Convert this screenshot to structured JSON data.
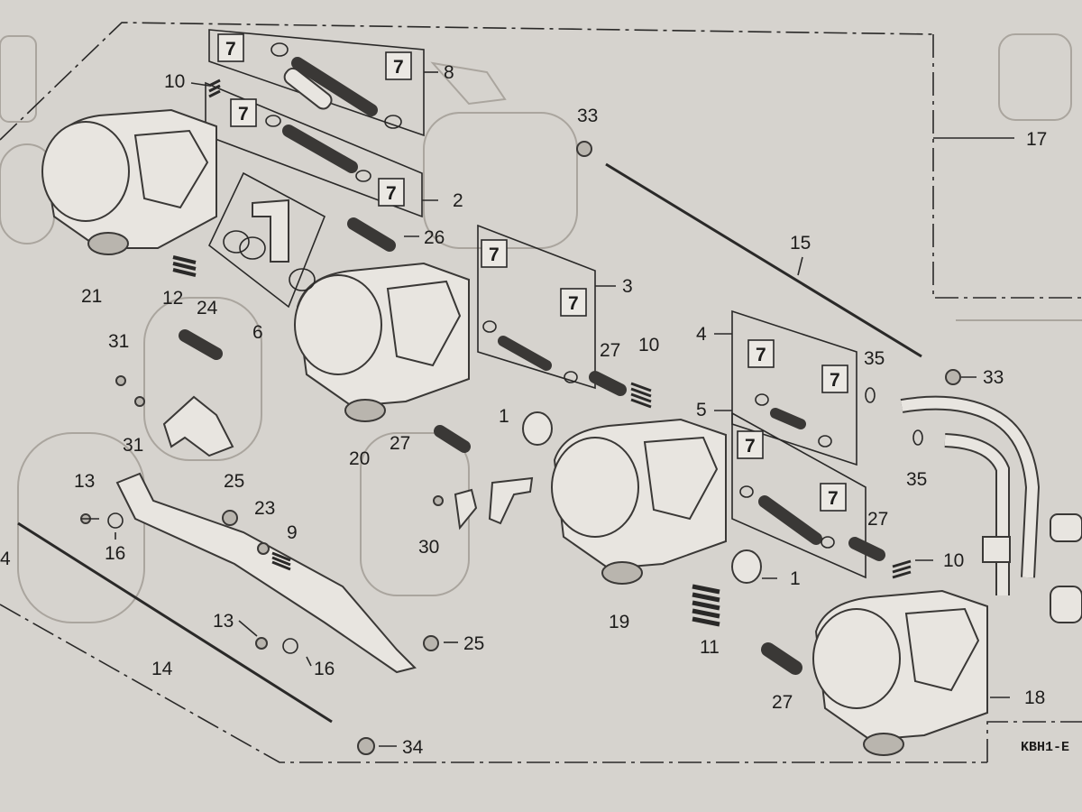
{
  "diagram": {
    "code": "KBH1-E",
    "callouts": [
      {
        "id": "c21",
        "text": "21"
      },
      {
        "id": "c12",
        "text": "12"
      },
      {
        "id": "c6",
        "text": "6"
      },
      {
        "id": "c24",
        "text": "24"
      },
      {
        "id": "c10a",
        "text": "10"
      },
      {
        "id": "c8",
        "text": "8"
      },
      {
        "id": "c2",
        "text": "2"
      },
      {
        "id": "c26",
        "text": "26"
      },
      {
        "id": "c33a",
        "text": "33"
      },
      {
        "id": "c17",
        "text": "17"
      },
      {
        "id": "c15",
        "text": "15"
      },
      {
        "id": "c3",
        "text": "3"
      },
      {
        "id": "c31a",
        "text": "31"
      },
      {
        "id": "c31b",
        "text": "31"
      },
      {
        "id": "c20",
        "text": "20"
      },
      {
        "id": "c27a",
        "text": "27"
      },
      {
        "id": "c10b",
        "text": "10"
      },
      {
        "id": "c4",
        "text": "4"
      },
      {
        "id": "c5",
        "text": "5"
      },
      {
        "id": "c35a",
        "text": "35"
      },
      {
        "id": "c33b",
        "text": "33"
      },
      {
        "id": "c35b",
        "text": "35"
      },
      {
        "id": "c1a",
        "text": "1"
      },
      {
        "id": "c27b",
        "text": "27"
      },
      {
        "id": "c13a",
        "text": "13"
      },
      {
        "id": "c16a",
        "text": "16"
      },
      {
        "id": "c25a",
        "text": "25"
      },
      {
        "id": "c23",
        "text": "23"
      },
      {
        "id": "c9",
        "text": "9"
      },
      {
        "id": "c30",
        "text": "30"
      },
      {
        "id": "c27c",
        "text": "27"
      },
      {
        "id": "c10c",
        "text": "10"
      },
      {
        "id": "c1b",
        "text": "1"
      },
      {
        "id": "c19",
        "text": "19"
      },
      {
        "id": "c11",
        "text": "11"
      },
      {
        "id": "c14",
        "text": "14"
      },
      {
        "id": "c13b",
        "text": "13"
      },
      {
        "id": "c16b",
        "text": "16"
      },
      {
        "id": "c25b",
        "text": "25"
      },
      {
        "id": "c27d",
        "text": "27"
      },
      {
        "id": "c18",
        "text": "18"
      },
      {
        "id": "c34",
        "text": "34"
      },
      {
        "id": "c4edge",
        "text": "4"
      }
    ],
    "boxed": [
      {
        "id": "b1",
        "text": "7"
      },
      {
        "id": "b2",
        "text": "7"
      },
      {
        "id": "b3",
        "text": "7"
      },
      {
        "id": "b4",
        "text": "7"
      },
      {
        "id": "b5",
        "text": "7"
      },
      {
        "id": "b6",
        "text": "7"
      },
      {
        "id": "b7",
        "text": "7"
      },
      {
        "id": "b8",
        "text": "7"
      },
      {
        "id": "b9",
        "text": "7"
      },
      {
        "id": "b10",
        "text": "7"
      }
    ]
  }
}
